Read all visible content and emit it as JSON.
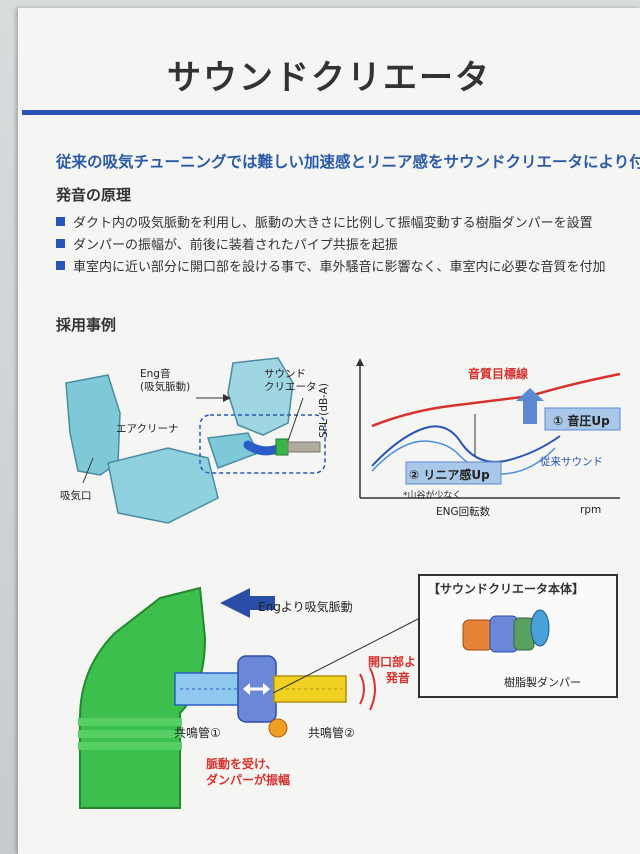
{
  "title": "サウンドクリエータ",
  "lead": "従来の吸気チューニングでは難しい加速感とリニア感をサウンドクリエータにより付加",
  "principle": {
    "heading": "発音の原理",
    "items": [
      "ダクト内の吸気脈動を利用し、脈動の大きさに比例して振幅変動する樹脂ダンパーを設置",
      "ダンパーの振幅が、前後に装着されたパイプ共振を起振",
      "車室内に近い部分に開口部を設ける事で、車外騒音に影響なく、車室内に必要な音質を付加"
    ]
  },
  "example": {
    "heading": "採用事例",
    "engine_labels": {
      "eng_sound": "Eng音\n(吸気脈動)",
      "air_cleaner": "エアクリーナ",
      "intake": "吸気口",
      "sound_creator": "サウンド\nクリエータ"
    },
    "chart": {
      "ylabel": "SPL (dB-A)",
      "xlabel": "ENG回転数",
      "xunit": "rpm",
      "target_label": "音質目標線",
      "conventional_label": "従来サウンド",
      "annotation_pressure": "① 音圧Up",
      "annotation_linear": "② リニア感Up",
      "note": "*山谷が少なく"
    }
  },
  "diagram": {
    "pulse_label": "Engより吸気脈動",
    "tube1": "共鳴管①",
    "tube2": "共鳴管②",
    "opening": "開口部より\n発音",
    "damper_note": "脈動を受け、\nダンパーが振幅",
    "unit_title": "【サウンドクリエータ本体】",
    "damper_label": "樹脂製ダンパー"
  },
  "colors": {
    "accent_blue": "#2a55b8",
    "lead_blue": "#2b5aa8",
    "red": "#d8322e",
    "green": "#39b54a",
    "yellow": "#f0d020"
  }
}
